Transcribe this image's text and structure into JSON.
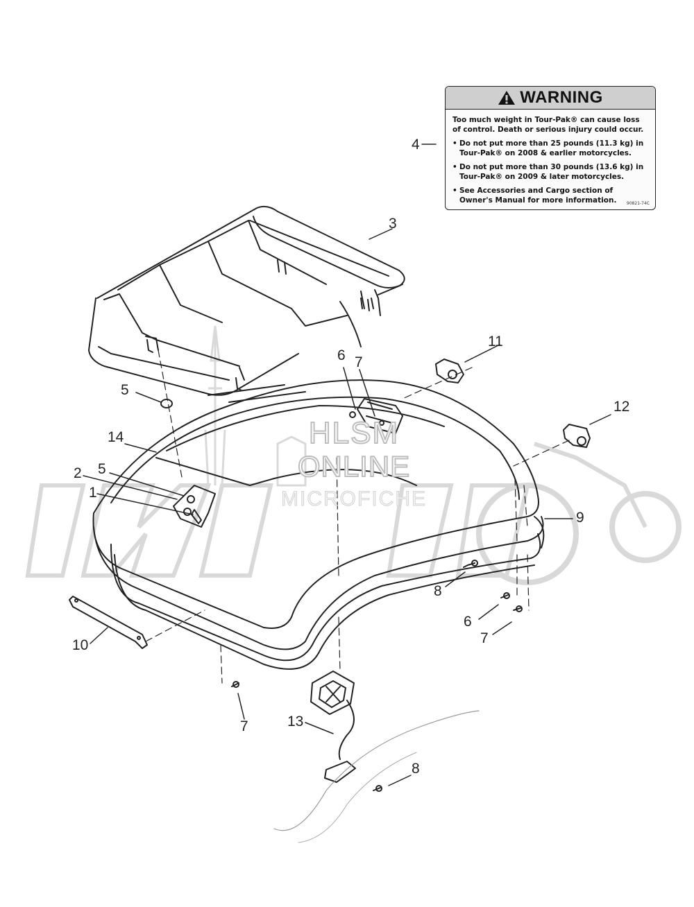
{
  "warning": {
    "title": "WARNING",
    "intro": "Too much weight in Tour-Pak® can cause loss of control. Death or serious injury could occur.",
    "bullets": [
      "Do not put more than 25 pounds (11.3 kg) in Tour-Pak® on 2008 & earlier motorcycles.",
      "Do not put more than 30 pounds (13.6 kg) in Tour-Pak® on 2009 & later motorcycles.",
      "See Accessories and Cargo section of Owner's Manual for more information."
    ],
    "code": "90821-74C"
  },
  "callouts": [
    "4",
    "3",
    "11",
    "6",
    "7",
    "12",
    "5",
    "14",
    "2",
    "5",
    "1",
    "9",
    "8",
    "6",
    "7",
    "10",
    "7",
    "13",
    "8"
  ],
  "watermark": {
    "line1": "HLSM",
    "line2": "ONLINE",
    "line3": "MICROFICHE"
  },
  "colors": {
    "line": "#222222",
    "watermark": "#cccccc"
  }
}
